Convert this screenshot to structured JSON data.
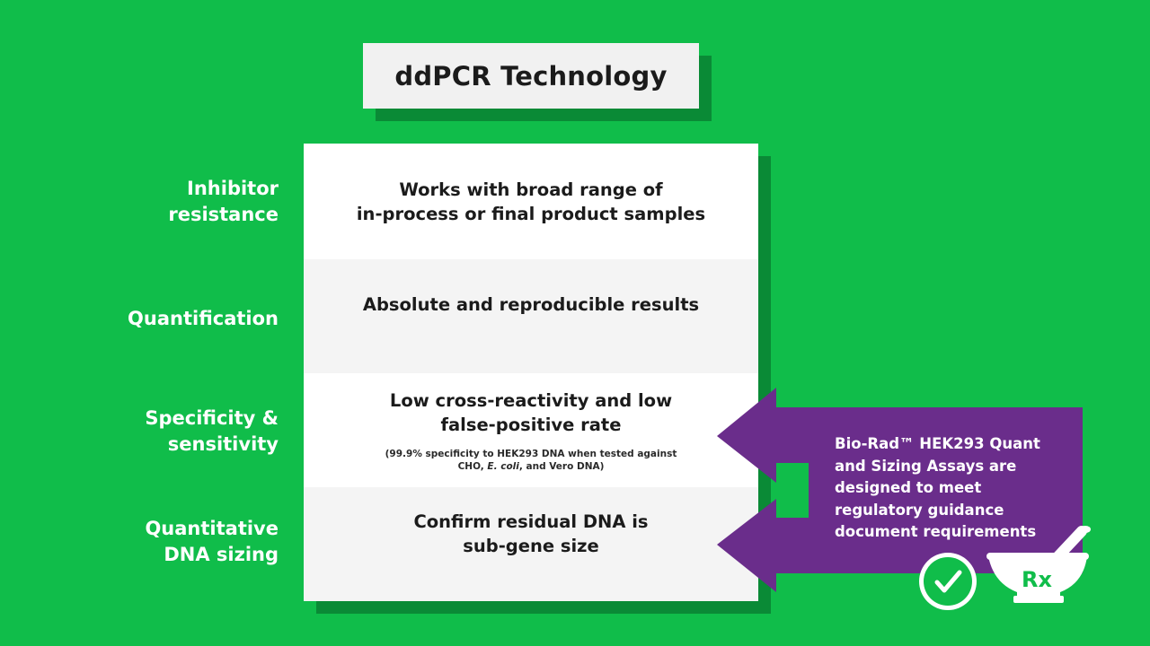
{
  "title": "ddPCR Technology",
  "rows": [
    {
      "label": "Inhibitor\nresistance",
      "text": "Works with broad range of\nin-process or final product samples"
    },
    {
      "label": "Quantification",
      "text": "Absolute and reproducible results"
    },
    {
      "label": "Specificity &\nsensitivity",
      "text": "Low cross-reactivity and low\nfalse-positive rate",
      "note_line1": "(99.9% specificity to HEK293 DNA when tested against",
      "note_line2_a": "CHO, ",
      "note_line2_italic": "E. coli",
      "note_line2_b": ", and Vero DNA)"
    },
    {
      "label": "Quantitative\nDNA sizing",
      "text": "Confirm residual DNA is\nsub-gene size"
    }
  ],
  "callout": {
    "text": "Bio-Rad™ HEK293 Quant\nand Sizing Assays are\ndesigned to meet\nregulatory guidance\ndocument requirements",
    "icon_rx": "Rx",
    "colors": {
      "callout": "#6a2d8b",
      "background": "#10bd4a",
      "check": "#10bd4a"
    }
  },
  "icons": [
    "checkmark-icon",
    "mortar-pestle-rx-icon"
  ]
}
